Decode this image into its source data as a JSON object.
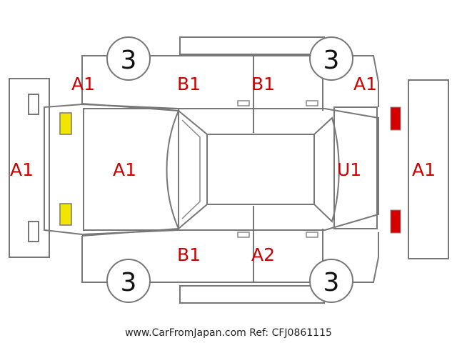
{
  "footer": {
    "source": "www.CarFromJapan.com",
    "ref": "Ref: CFJ0861115"
  },
  "labels": {
    "front_bumper": "A1",
    "hood": "A1",
    "front_left_fender": "A1",
    "front_right_fender": "A1",
    "left_front_door": "B1",
    "left_rear_door": "B1",
    "right_front_door": "B1",
    "right_rear_door": "A2",
    "rear_gate": "U1",
    "rear_bumper": "A1"
  },
  "tires": {
    "front_left": "3",
    "front_right": "3",
    "rear_left": "3",
    "rear_right": "3"
  },
  "colors": {
    "label_text": "#cc0000",
    "outline": "#777777",
    "front_lamp": "#f2e600",
    "rear_lamp": "#d40000"
  }
}
